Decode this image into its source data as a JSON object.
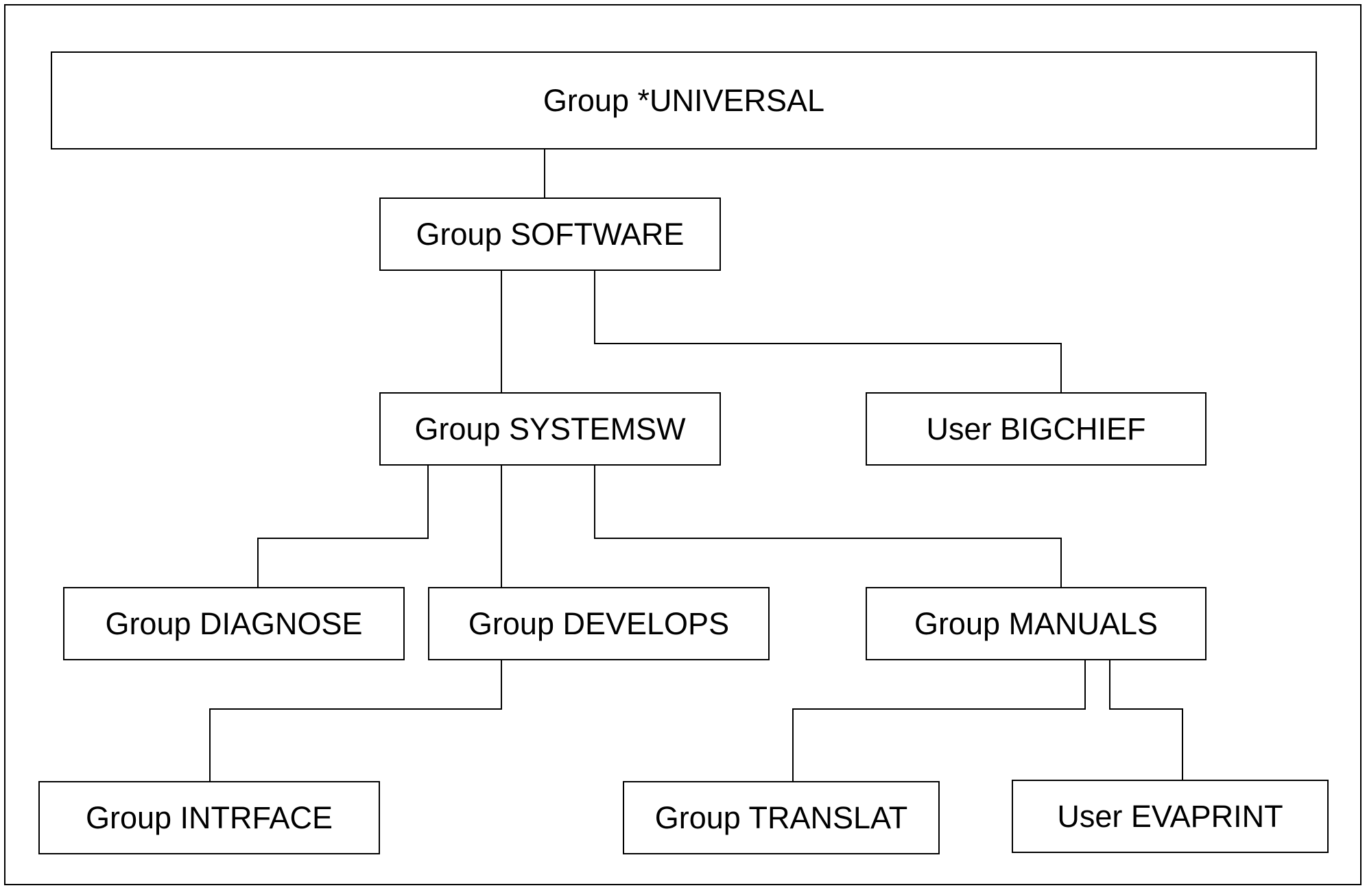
{
  "diagram": {
    "nodes": {
      "universal": {
        "label": "Group *UNIVERSAL"
      },
      "software": {
        "label": "Group SOFTWARE"
      },
      "systemsw": {
        "label": "Group SYSTEMSW"
      },
      "bigchief": {
        "label": "User BIGCHIEF"
      },
      "diagnose": {
        "label": "Group DIAGNOSE"
      },
      "develops": {
        "label": "Group DEVELOPS"
      },
      "manuals": {
        "label": "Group MANUALS"
      },
      "intrface": {
        "label": "Group INTRFACE"
      },
      "translat": {
        "label": "Group TRANSLAT"
      },
      "evaprint": {
        "label": "User EVAPRINT"
      }
    },
    "edges": [
      {
        "from": "universal",
        "to": "software"
      },
      {
        "from": "software",
        "to": "systemsw"
      },
      {
        "from": "software",
        "to": "bigchief"
      },
      {
        "from": "systemsw",
        "to": "diagnose"
      },
      {
        "from": "systemsw",
        "to": "develops"
      },
      {
        "from": "systemsw",
        "to": "manuals"
      },
      {
        "from": "develops",
        "to": "intrface"
      },
      {
        "from": "manuals",
        "to": "translat"
      },
      {
        "from": "manuals",
        "to": "evaprint"
      }
    ]
  }
}
